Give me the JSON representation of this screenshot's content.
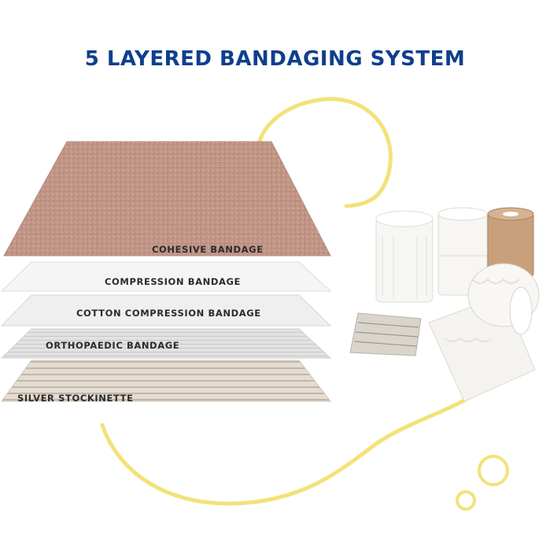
{
  "title": "5 LAYERED BANDAGING SYSTEM",
  "colors": {
    "title": "#0f3f8c",
    "accent_curve": "#f3e27a",
    "cohesive": "#c9a08f",
    "compression": "#f4f4f4",
    "cotton": "#ececec",
    "orthopaedic": "#dedede",
    "stockinette": "#d8cfc2"
  },
  "layers": [
    {
      "label": "COHESIVE BANDAGE"
    },
    {
      "label": "COMPRESSION BANDAGE"
    },
    {
      "label": "COTTON COMPRESSION BANDAGE"
    },
    {
      "label": "ORTHOPAEDIC BANDAGE"
    },
    {
      "label": "SILVER STOCKINETTE"
    }
  ],
  "products": {
    "icons": [
      "white-bandage-roll-icon",
      "white-bandage-roll-icon",
      "tan-cohesive-roll-icon",
      "crepe-bandage-roll-icon",
      "folded-stockinette-icon"
    ]
  }
}
